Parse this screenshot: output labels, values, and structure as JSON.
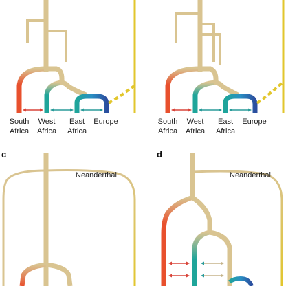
{
  "panels": [
    {
      "letter": "",
      "labels": {
        "south_africa": [
          "South",
          "Africa"
        ],
        "west_africa": [
          "West",
          "Africa"
        ],
        "east_africa": [
          "East",
          "Africa"
        ],
        "europe": "Europe"
      }
    },
    {
      "letter": "",
      "labels": {
        "south_africa": [
          "South",
          "Africa"
        ],
        "west_africa": [
          "West",
          "Africa"
        ],
        "east_africa": [
          "East",
          "Africa"
        ],
        "europe": "Europe"
      }
    },
    {
      "letter": "c",
      "archaic_label": "Neanderthal"
    },
    {
      "letter": "d",
      "archaic_label": "Neanderthal"
    }
  ],
  "colors": {
    "trunk": "#d9c491",
    "south_africa": "#e8502d",
    "west_africa": "#1fa59a",
    "east_africa": "#2a8fc4",
    "europe": "#2b4e9e",
    "neanderthal": "#e2c62c",
    "arrow_red": "#d9453a",
    "arrow_teal": "#2a9c9a",
    "arrow_tan": "#c5b48a"
  }
}
